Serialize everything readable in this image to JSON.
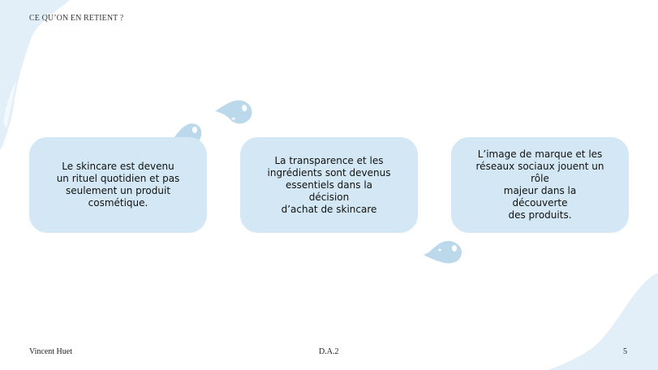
{
  "slide": {
    "title": "CE QU’ON EN RETIENT ?",
    "cards": [
      {
        "text": "Le skincare est devenu\nun rituel quotidien et pas\nseulement un produit\ncosmétique."
      },
      {
        "text": "La transparence et les\ningrédients sont devenus\nessentiels dans la décision\nd’achat de skincare"
      },
      {
        "text": "L’image de marque et les\nréseaux sociaux jouent un rôle\nmajeur dans la découverte\ndes produits."
      }
    ],
    "footer": {
      "author": "Vincent Huet",
      "center": "D.A.2",
      "page": "5"
    }
  },
  "colors": {
    "card_background": "#d3e8f4",
    "decor_light": "#e2eff8",
    "drop_fill": "#bcd9ec",
    "highlight": "#ffffff"
  },
  "icons": [
    "water-drop-icon",
    "wave-shape"
  ]
}
